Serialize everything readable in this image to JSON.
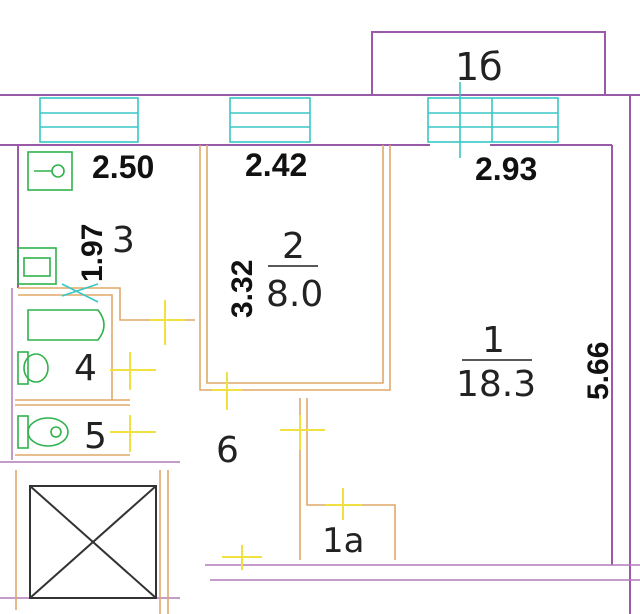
{
  "dimensions": {
    "d1": "2.50",
    "d2": "2.42",
    "d3": "2.93",
    "d4": "1.97",
    "d5": "3.32",
    "d6": "5.66"
  },
  "rooms": {
    "balcony": "1б",
    "room1_number": "1",
    "room1_area": "18.3",
    "room2_number": "2",
    "room2_area": "8.0",
    "room3": "3",
    "room4": "4",
    "room5": "5",
    "room6": "6",
    "room1a": "1a"
  },
  "colors": {
    "outer_wall": "#9b5aa8",
    "inner_wall": "#e0a96a",
    "window": "#39c6c6",
    "door": "#f0e040",
    "fixture": "#2fb24a"
  }
}
